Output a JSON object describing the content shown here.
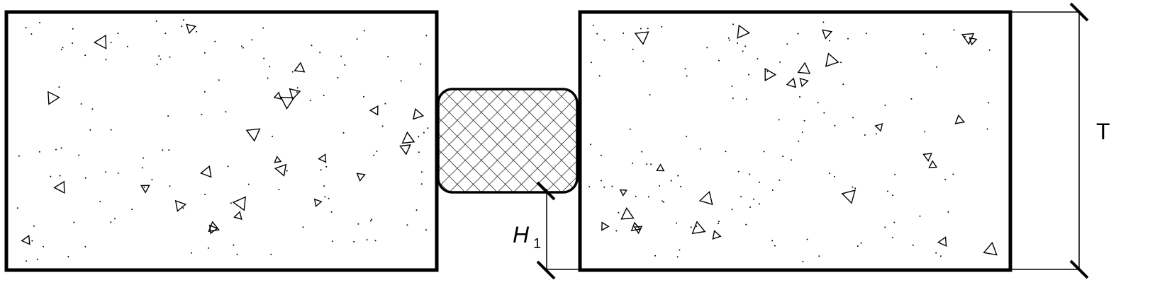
{
  "labels": {
    "gasket_height_symbol": "H",
    "gasket_height_subscript": "1",
    "thickness_symbol": "T"
  },
  "colors": {
    "line": "#000000",
    "background": "#ffffff"
  },
  "elements": {
    "left_block": "concrete-hatch",
    "right_block": "concrete-hatch",
    "joint_seal": "crosshatch"
  }
}
